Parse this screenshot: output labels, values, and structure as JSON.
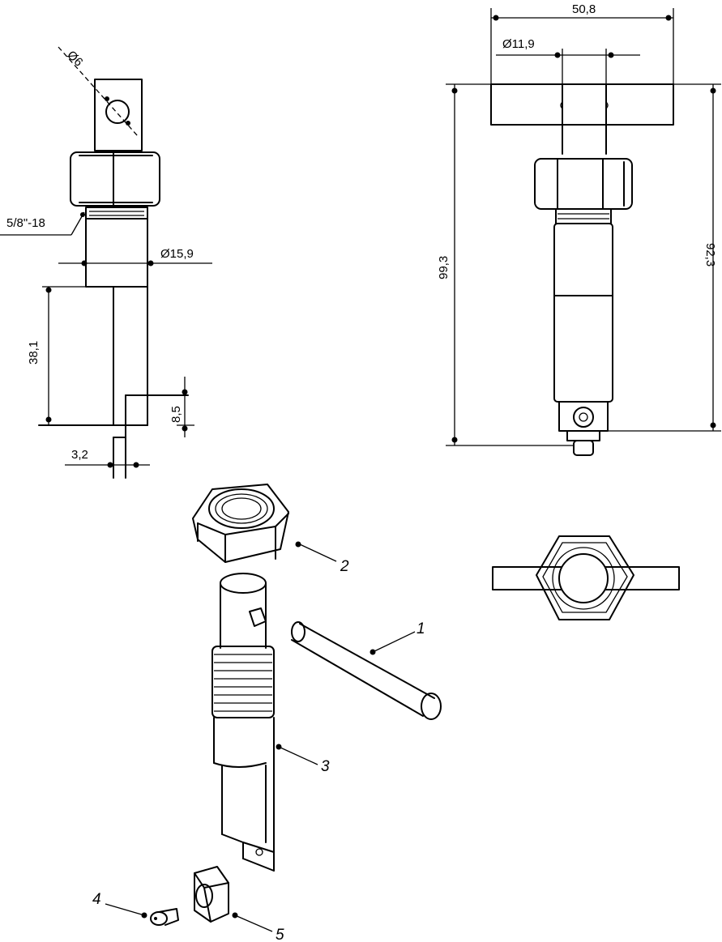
{
  "dimensions": {
    "pin_diameter": "Ø6",
    "thread": "5/8\"-18",
    "body_diameter": "Ø15,9",
    "length_38": "38,1",
    "offset_8": "8,5",
    "width_3": "3,2",
    "handle_length": "50,8",
    "handle_diameter": "Ø11,9",
    "overall_length": "99,3",
    "partial_length": "92,3"
  },
  "callouts": [
    "1",
    "2",
    "3",
    "4",
    "5"
  ]
}
